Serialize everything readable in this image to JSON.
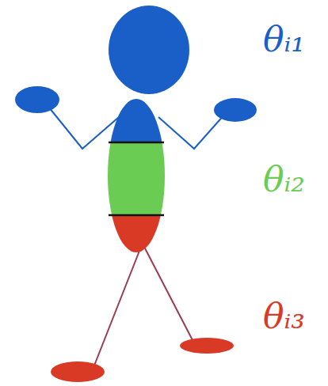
{
  "diagram": {
    "labels": [
      "θᵢ₁",
      "θᵢ₂",
      "θᵢ₃"
    ]
  }
}
